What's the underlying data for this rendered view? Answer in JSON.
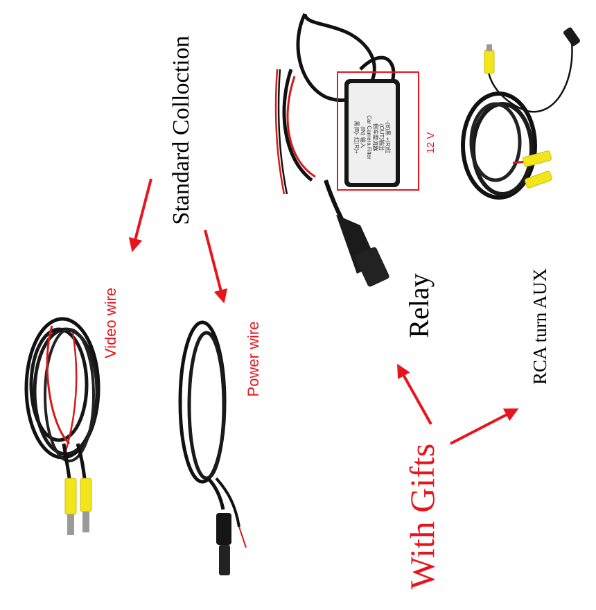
{
  "labels": {
    "standard_collection": "Standard Colloction",
    "video_wire": "Video wire",
    "power_wire": "Power wire",
    "relay": "Relay",
    "with_gifts": "With Gifts",
    "rca_turn_aux": "RCA turn AUX",
    "voltage": "12 V"
  },
  "relay_box_text": {
    "line1": "-(B)黑  +(R)红",
    "line2": "(OUT)输出",
    "line3": "倒车整流器",
    "line4": "Car Camera Filter",
    "line5": "(IN) 输入",
    "line6": "黑(B)-  红(R)+"
  },
  "colors": {
    "arrow": "#e8141b",
    "label_red": "#e8141b",
    "cable": "#111111",
    "red_wire": "#d21a1a",
    "rca_yellow": "#f2e51a",
    "background": "#ffffff"
  }
}
